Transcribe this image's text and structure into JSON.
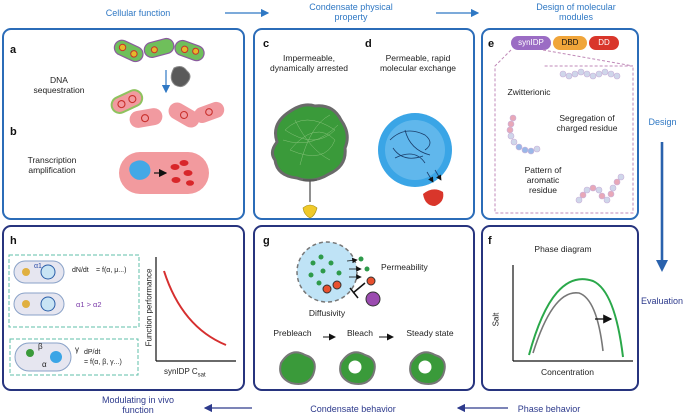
{
  "flow_top": {
    "cellular_function": "Cellular function",
    "condense_physical_property": "Condensate physical property",
    "design_molecular_modules": "Design of molecular modules"
  },
  "flow_right": {
    "design": "Design",
    "evaluation": "Evaluation"
  },
  "flow_bottom": {
    "phase_behavior": "Phase behavior",
    "condensate_behavior": "Condensate behavior",
    "modulating": "Modulating in vivo function"
  },
  "panel_a": {
    "letter": "a",
    "caption": "DNA sequestration"
  },
  "panel_b": {
    "letter": "b",
    "caption": "Transcription amplification"
  },
  "panel_c": {
    "letter": "c",
    "caption": "Impermeable, dynamically arrested"
  },
  "panel_d": {
    "letter": "d",
    "caption": "Permeable, rapid molecular exchange"
  },
  "panel_e": {
    "letter": "e",
    "modules": [
      "synIDP",
      "DBD",
      "DD"
    ],
    "labels": [
      "Zwitterionic",
      "Segregation of charged residue",
      "Pattern of aromatic residue"
    ]
  },
  "panel_f": {
    "letter": "f",
    "title": "Phase diagram",
    "ylabel": "Salt",
    "xlabel": "Concentration"
  },
  "panel_g": {
    "letter": "g",
    "permeability": "Permeability",
    "diffusivity": "Diffusivity",
    "frap_steps": [
      "Prebleach",
      "Bleach",
      "Steady state"
    ]
  },
  "panel_h": {
    "letter": "h",
    "eq1_lhs": "dN/dt",
    "eq1_rhs": "= f(α, μ...)",
    "alpha1": "α1",
    "compare": "α1 > α2",
    "eq2_lhs": "dP/dt",
    "eq2_rhs": "= f(α, β, γ...)",
    "greek_beta": "β",
    "greek_gamma": "γ",
    "greek_alpha": "α",
    "ylabel": "Function performance",
    "xlabel": "synIDP C",
    "xlabel_sub": "sat"
  },
  "colors": {
    "panel_border": "#2b6cb8",
    "panel_border_dark": "#27347e",
    "flow_text": "#2f78c4",
    "green_condensate": "#3a9a3a",
    "blue_condensate": "#3aa5e6",
    "purple_module": "#9b6cc4",
    "orange_module": "#f0a53a",
    "red_module": "#d9362b",
    "curve_red": "#d62f2f",
    "curve_green": "#2aa84a"
  }
}
